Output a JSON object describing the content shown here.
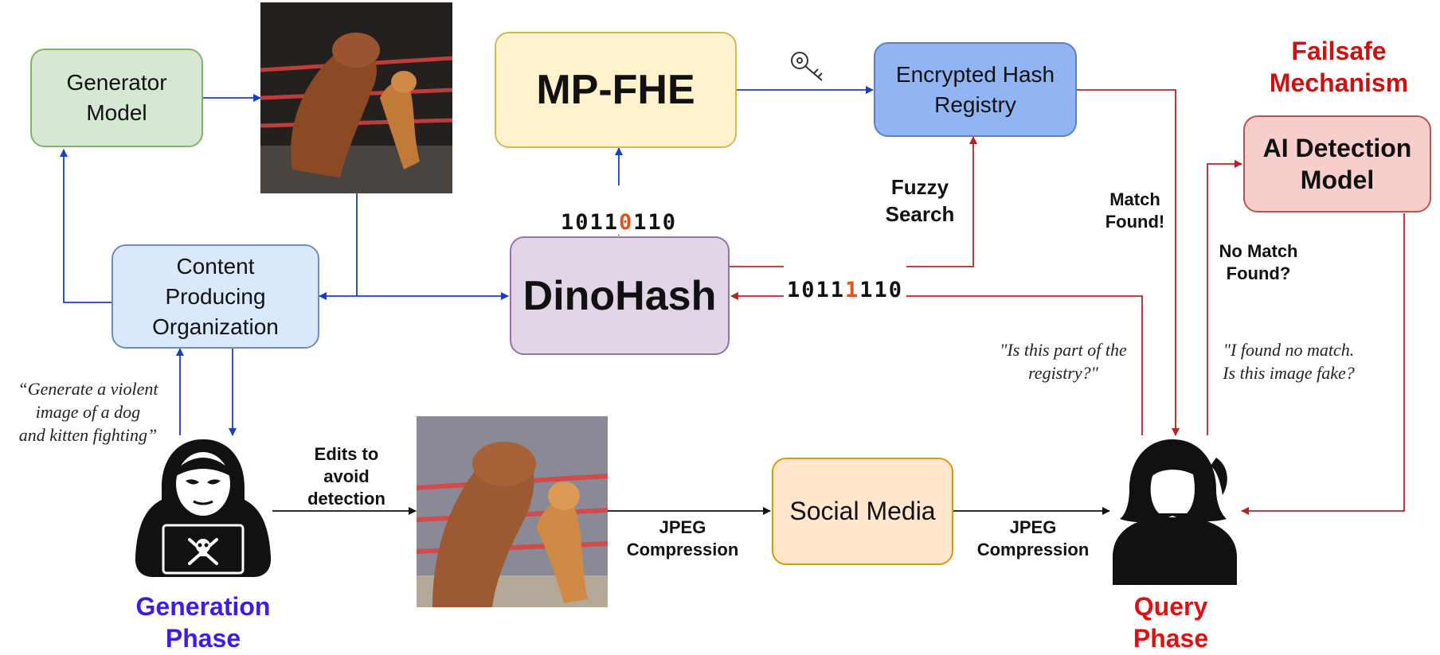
{
  "nodes": {
    "generator": "Generator\nModel",
    "mpfhe": "MP-FHE",
    "registry": "Encrypted Hash\nRegistry",
    "content_org": "Content\nProducing\nOrganization",
    "dinohash": "DinoHash",
    "social_media": "Social Media",
    "ai_detection": "AI Detection\nModel"
  },
  "labels": {
    "failsafe": "Failsafe\nMechanism",
    "fuzzy_search": "Fuzzy\nSearch",
    "match_found": "Match\nFound!",
    "no_match": "No Match\nFound?",
    "edits": "Edits to\navoid\ndetection",
    "jpeg1": "JPEG\nCompression",
    "jpeg2": "JPEG\nCompression",
    "generation_phase": "Generation\nPhase",
    "query_phase": "Query\nPhase"
  },
  "quotes": {
    "prompt": "“Generate a violent\nimage of a dog\nand kitten fighting”",
    "registry_question": "\"Is this part of the\nregistry?\"",
    "fake_question": "\"I found no match.\nIs this image fake?"
  },
  "hash_top": {
    "pre": "1011",
    "flip": "0",
    "post": "110"
  },
  "hash_right": {
    "pre": "1011",
    "flip": "1",
    "post": "110"
  },
  "colors": {
    "generation_phase": "#3a1ee6",
    "query_phase": "#dd1111",
    "failsafe": "#cc1111",
    "blue_arrow": "#1a3fc4",
    "red_arrow": "#b52424",
    "bit_flip": "#e8521a"
  },
  "icons": [
    "key-icon",
    "hacker-icon",
    "skull-crossbones-icon",
    "user-icon"
  ]
}
